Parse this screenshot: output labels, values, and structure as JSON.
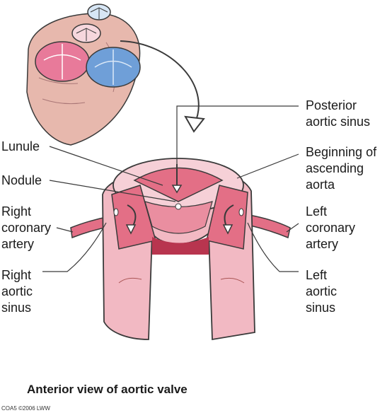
{
  "labels": {
    "posterior_aortic_sinus": "Posterior\naortic sinus",
    "lunule": "Lunule",
    "beginning_ascending_aorta": "Beginning of\nascending\naorta",
    "nodule": "Nodule",
    "right_coronary_artery": "Right\ncoronary\nartery",
    "left_coronary_artery": "Left\ncoronary\nartery",
    "right_aortic_sinus": "Right\naortic\nsinus",
    "left_aortic_sinus": "Left\naortic\nsinus"
  },
  "caption": "Anterior view of aortic valve",
  "credit": "COA5 ©2006 LWW",
  "colors": {
    "valve_fill": "#f2b9c3",
    "sinus_fill": "#e36f86",
    "heart_fill": "#e7b8ad",
    "blue_valve": "#6f9fd8",
    "pink_valve": "#e87a9a",
    "outline": "#3a3a3a"
  }
}
